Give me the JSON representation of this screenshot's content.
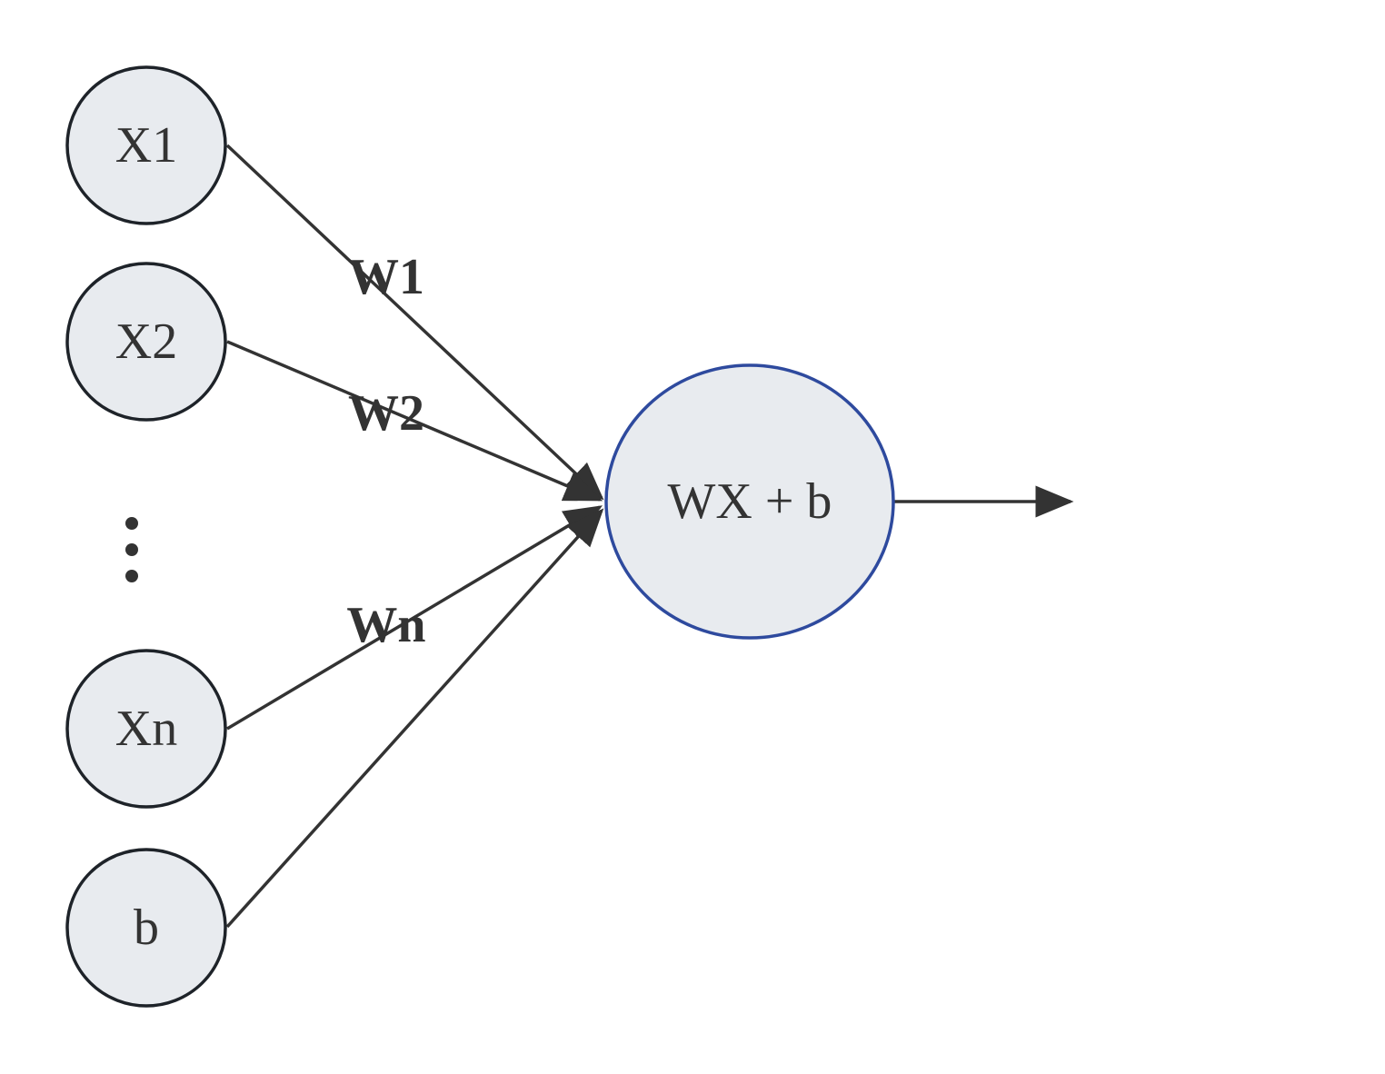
{
  "inputs": [
    {
      "label": "X1"
    },
    {
      "label": "X2"
    },
    {
      "label": "Xn"
    },
    {
      "label": "b"
    }
  ],
  "weights": [
    {
      "label": "W1"
    },
    {
      "label": "W2"
    },
    {
      "label": "Wn"
    }
  ],
  "neuron": {
    "label": "WX + b"
  },
  "colors": {
    "node_fill": "#e8ebef",
    "node_stroke": "#1e2329",
    "neuron_stroke": "#2e4a9e",
    "edge": "#333333"
  }
}
